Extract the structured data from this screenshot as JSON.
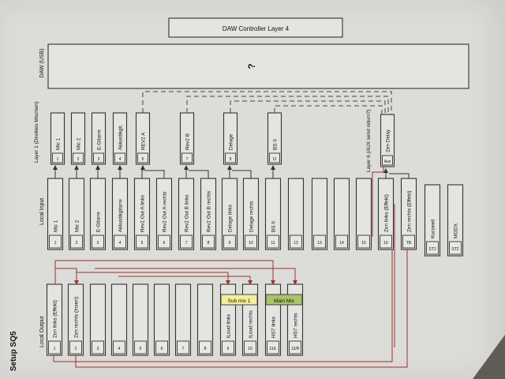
{
  "document": {
    "title": "DAW Controller Layer 4",
    "daw_label": "DAW (USB)",
    "daw_symbol": "?",
    "setup_label": "Setup SQ5",
    "local_input_label": "Local Input",
    "local_output_label": "Local Output",
    "layer1_label": "Layer 1 (Direktes Mischen)",
    "layer6_label": "Layer 6 (AUX send return?)",
    "layer1_channels": [
      {
        "num": "1",
        "name": "Mic 1"
      },
      {
        "num": "2",
        "name": "Mic 2"
      },
      {
        "num": "3",
        "name": "E-Gitarre"
      },
      {
        "num": "4",
        "name": "Akkustikgit."
      },
      {
        "num": "5",
        "name": "REV2 A"
      },
      {
        "num": "7",
        "name": "Rev2 B"
      },
      {
        "num": "9",
        "name": "Deluge"
      },
      {
        "num": "11",
        "name": "BS II"
      }
    ],
    "layer6_channel": {
      "num": "Aux",
      "name": "Zen Delay"
    },
    "inputs": [
      {
        "num": "1",
        "name": "Mic 1"
      },
      {
        "num": "2",
        "name": "Mic 2"
      },
      {
        "num": "3",
        "name": "E-Gitarre"
      },
      {
        "num": "4",
        "name": "Akkustikgitarre"
      },
      {
        "num": "5",
        "name": "Rev2 Out A links"
      },
      {
        "num": "6",
        "name": "Rev2 Out A rechts"
      },
      {
        "num": "7",
        "name": "Rev2 Out B links"
      },
      {
        "num": "8",
        "name": "Rev2 Out B rechts"
      },
      {
        "num": "9",
        "name": "Deluge links"
      },
      {
        "num": "10",
        "name": "Deluge rechts"
      },
      {
        "num": "11",
        "name": "BS II"
      },
      {
        "num": "12",
        "name": ""
      },
      {
        "num": "13",
        "name": ""
      },
      {
        "num": "14",
        "name": ""
      },
      {
        "num": "15",
        "name": ""
      },
      {
        "num": "16",
        "name": "Zen links (Effekt)"
      },
      {
        "num": "TB",
        "name": "Zen rechts (Effekt)"
      },
      {
        "num": "ST1",
        "name": "Kurzweil"
      },
      {
        "num": "ST2",
        "name": "MODX"
      }
    ],
    "outputs": [
      {
        "num": "1",
        "name": "Zen links (Effekt)"
      },
      {
        "num": "2",
        "name": "Zen rechts (Insert)"
      },
      {
        "num": "3",
        "name": ""
      },
      {
        "num": "4",
        "name": ""
      },
      {
        "num": "5",
        "name": ""
      },
      {
        "num": "6",
        "name": ""
      },
      {
        "num": "7",
        "name": ""
      },
      {
        "num": "8",
        "name": ""
      },
      {
        "num": "9",
        "name": "iLoud links"
      },
      {
        "num": "10",
        "name": "iLoud rechts"
      },
      {
        "num": "11/L",
        "name": "HS7 links"
      },
      {
        "num": "12/R",
        "name": "HS7 rechts"
      }
    ],
    "sub_mix_label": "Sub mix 1",
    "main_mix_label": "Main Mix",
    "colors": {
      "paper": "#dcdcd8",
      "background": "#5f5c58",
      "sub_mix_fill": "#f3ee9a",
      "main_mix_fill": "#a9c46a",
      "routing_line": "#9c3030"
    }
  }
}
